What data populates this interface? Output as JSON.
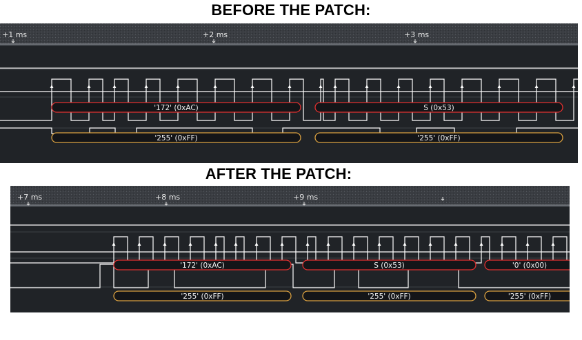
{
  "headings": {
    "before": "BEFORE THE PATCH:",
    "after": "AFTER THE PATCH:"
  },
  "colors": {
    "background": "#1b1d20",
    "ruler": "#3a3d42",
    "trace": "#ffffff",
    "mosi_outline": "#e03030",
    "miso_outline": "#d9a040"
  },
  "panels": {
    "before": {
      "ruler": [
        "+1 ms",
        "+2 ms",
        "+3 ms"
      ],
      "mosi": [
        "'172' (0xAC)",
        "S (0x53)"
      ],
      "miso": [
        "'255' (0xFF)",
        "'255' (0xFF)"
      ]
    },
    "after": {
      "ruler": [
        "+7 ms",
        "+8 ms",
        "+9 ms"
      ],
      "mosi": [
        "'172' (0xAC)",
        "S (0x53)",
        "'0' (0x00)"
      ],
      "miso": [
        "'255' (0xFF)",
        "'255' (0xFF)",
        "'255' (0xFF)"
      ]
    }
  }
}
